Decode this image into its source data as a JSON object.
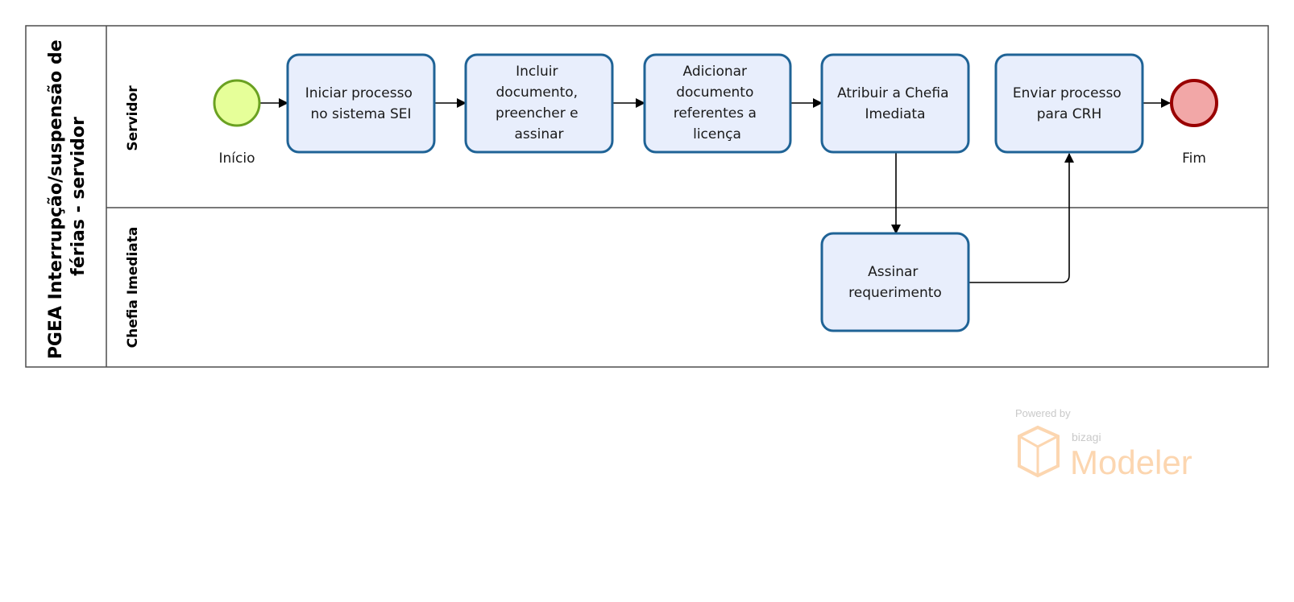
{
  "pool": {
    "title_lines": [
      "PGEA Interrupção/suspensão de",
      "férias - servidor"
    ]
  },
  "lanes": [
    {
      "id": "servidor",
      "label": "Servidor"
    },
    {
      "id": "chefia",
      "label": "Chefia Imediata"
    }
  ],
  "start_event": {
    "id": "inicio",
    "label": "Início",
    "color": "#e6ff99",
    "stroke": "#6aa121"
  },
  "end_event": {
    "id": "fim",
    "label": "Fim",
    "color": "#f2a7a7",
    "stroke": "#990000"
  },
  "tasks": [
    {
      "id": "t1",
      "lane": "servidor",
      "lines": [
        "Iniciar processo",
        "no sistema SEI"
      ]
    },
    {
      "id": "t2",
      "lane": "servidor",
      "lines": [
        "Incluir",
        "documento,",
        "preencher e",
        "assinar"
      ]
    },
    {
      "id": "t3",
      "lane": "servidor",
      "lines": [
        "Adicionar",
        "documento",
        "referentes a",
        "licença"
      ]
    },
    {
      "id": "t4",
      "lane": "servidor",
      "lines": [
        "Atribuir a Chefia",
        "Imediata"
      ]
    },
    {
      "id": "t5",
      "lane": "servidor",
      "lines": [
        "Enviar processo",
        "para CRH"
      ]
    },
    {
      "id": "t6",
      "lane": "chefia",
      "lines": [
        "Assinar",
        "requerimento"
      ]
    }
  ],
  "flows": [
    [
      "inicio",
      "t1"
    ],
    [
      "t1",
      "t2"
    ],
    [
      "t2",
      "t3"
    ],
    [
      "t3",
      "t4"
    ],
    [
      "t4",
      "t6"
    ],
    [
      "t6",
      "t5"
    ],
    [
      "t5",
      "fim"
    ]
  ],
  "colors": {
    "task_fill": "#e8eefc",
    "task_stroke": "#1f6396",
    "line": "#000000",
    "border": "#4d4d4d"
  },
  "watermark": {
    "powered": "Powered by",
    "brand": "bizagi",
    "product": "Modeler",
    "accent": "#fcd6b0"
  }
}
